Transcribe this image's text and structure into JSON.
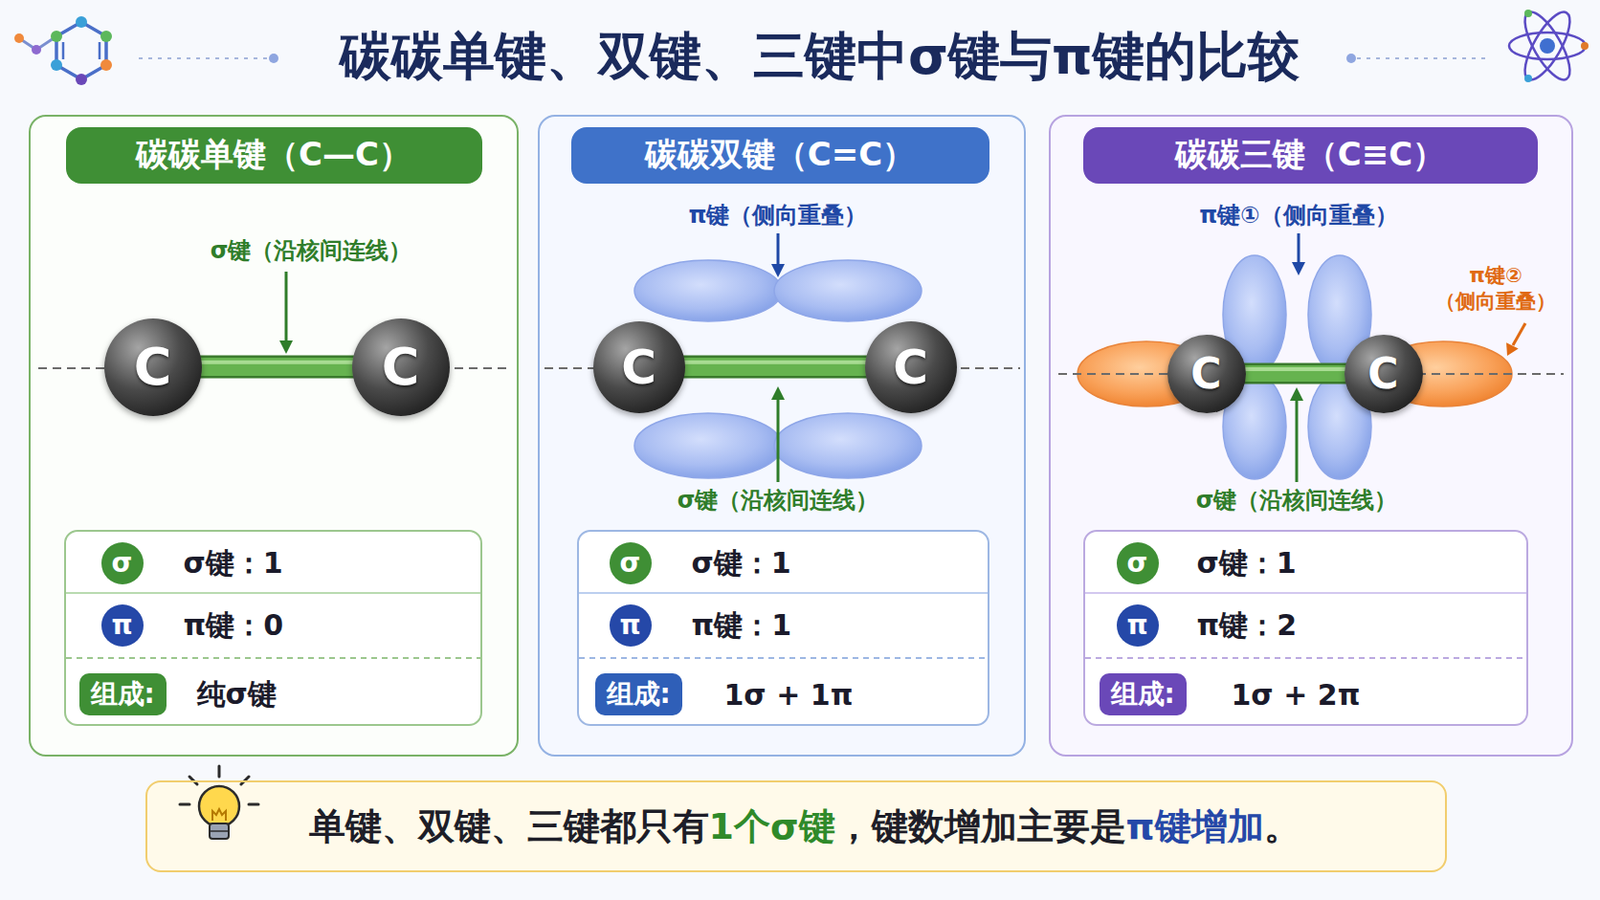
{
  "diagram": {
    "title": "碳碳单键、双键、三键中σ键与π键的比较",
    "nodes": [
      {
        "text": [
          "碳碳单键（C—C）"
        ]
      },
      {
        "text": [
          "C"
        ],
        "in": 0
      },
      {
        "text": [
          "C"
        ],
        "in": 0
      },
      {
        "text": [
          "σ键：1",
          "π键：0",
          "纯σ键"
        ],
        "in": 0
      },
      {
        "text": [
          "σ"
        ],
        "in": 3
      },
      {
        "text": [
          "π"
        ],
        "in": 3
      },
      {
        "text": [
          "组成:"
        ],
        "in": 3
      },
      {
        "text": [
          "碳碳双键（C=C）"
        ]
      },
      {
        "text": [
          "C"
        ],
        "in": 7
      },
      {
        "text": [
          "C"
        ],
        "in": 7
      },
      {
        "text": [
          "σ键：1",
          "π键：1",
          "1σ + 1π"
        ],
        "in": 7
      },
      {
        "text": [
          "σ"
        ],
        "in": 10
      },
      {
        "text": [
          "π"
        ],
        "in": 10
      },
      {
        "text": [
          "组成:"
        ],
        "in": 10
      },
      {
        "text": [
          "碳碳三键（C≡C）"
        ]
      },
      {
        "text": [
          "C"
        ],
        "in": 14
      },
      {
        "text": [
          "C"
        ],
        "in": 14
      },
      {
        "text": [
          "σ键：1",
          "π键：2",
          "1σ + 2π"
        ],
        "in": 14
      },
      {
        "text": [
          "σ"
        ],
        "in": 17
      },
      {
        "text": [
          "π"
        ],
        "in": 17
      },
      {
        "text": [
          "组成:"
        ],
        "in": 17
      },
      {
        "text": [
          "单键、双键、三键都只有",
          "1个σ键",
          "，键数增加主要是",
          "π键增加",
          "。"
        ]
      }
    ],
    "edges": [
      {
        "from": 1,
        "to": 2,
        "arrow": "none"
      },
      {
        "from": 8,
        "to": 9,
        "arrow": "none"
      },
      {
        "from": 15,
        "to": 16,
        "arrow": "none"
      }
    ],
    "labels": [
      "σ键（沿核间连线）",
      "π键（侧向重叠）",
      "σ键（沿核间连线）",
      "π键①（侧向重叠）",
      "π键② （侧向重叠）",
      "σ键（沿核间连线）"
    ]
  }
}
